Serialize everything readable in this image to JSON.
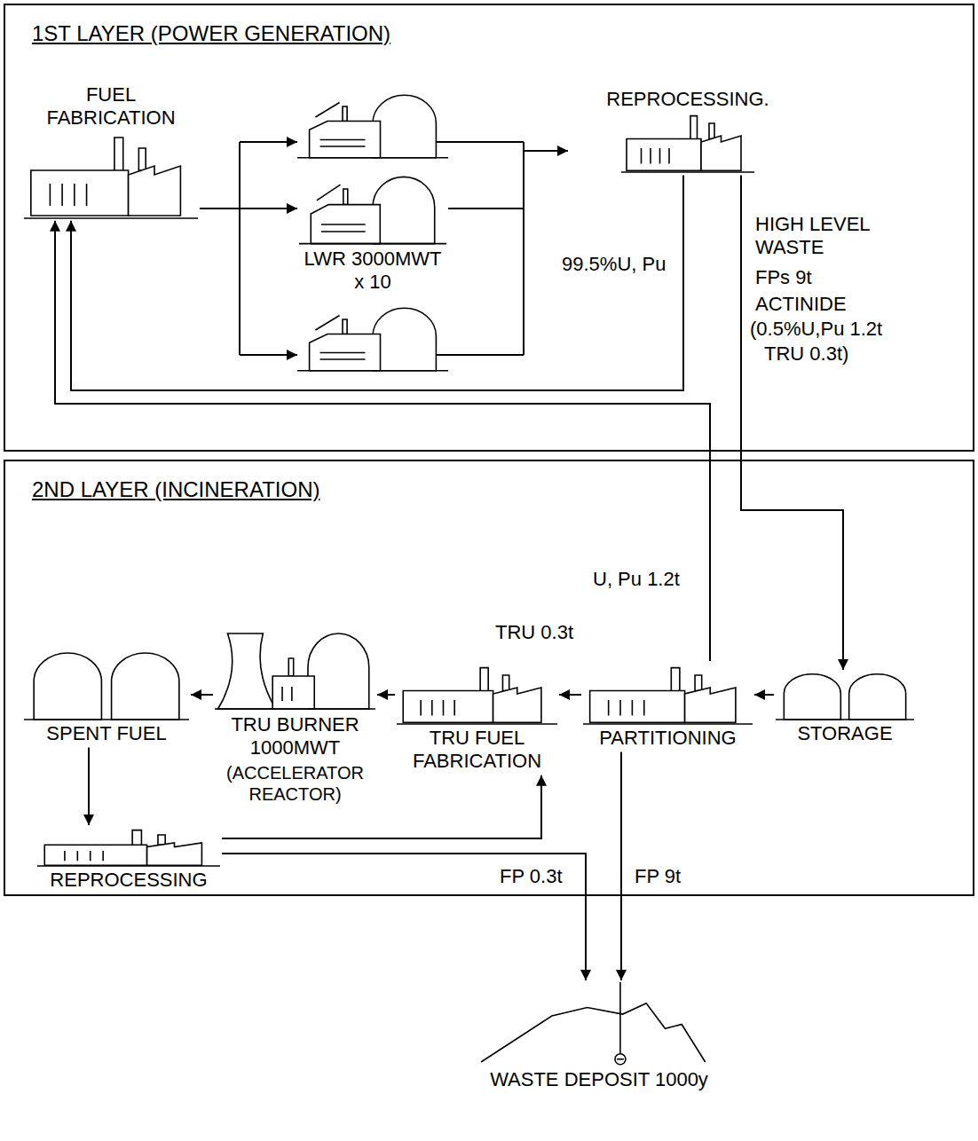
{
  "diagram": {
    "nodes": [
      {
        "text": [
          "1ST LAYER (POWER GENERATION)"
        ]
      },
      {
        "text": [
          "FUEL FABRICATION"
        ],
        "in": 0
      },
      {
        "text": [
          "LWR 3000MWT x 10"
        ],
        "in": 0
      },
      {
        "text": [
          "REPROCESSING."
        ],
        "in": 0
      },
      {
        "text": [
          "2ND LAYER (INCINERATION)"
        ]
      },
      {
        "text": [
          "STORAGE"
        ],
        "in": 4
      },
      {
        "text": [
          "PARTITIONING"
        ],
        "in": 4
      },
      {
        "text": [
          "TRU FUEL FABRICATION"
        ],
        "in": 4
      },
      {
        "text": [
          "TRU BURNER 1000MWT",
          "(ACCELERATOR REACTOR)"
        ],
        "in": 4
      },
      {
        "text": [
          "SPENT FUEL"
        ],
        "in": 4
      },
      {
        "text": [
          "REPROCESSING"
        ],
        "in": 4
      },
      {
        "text": [
          "WASTE DEPOSIT 1000y"
        ]
      }
    ],
    "edges": [
      {
        "from": 1,
        "to": 2,
        "arrow": "to"
      },
      {
        "from": 2,
        "to": 3,
        "arrow": "to"
      },
      {
        "from": 3,
        "to": 1,
        "arrow": "to",
        "label": "99.5%U, Pu"
      },
      {
        "from": 3,
        "to": 5,
        "arrow": "to"
      },
      {
        "from": 5,
        "to": 6,
        "arrow": "to"
      },
      {
        "from": 6,
        "to": 7,
        "arrow": "to",
        "label": "TRU 0.3t"
      },
      {
        "from": 6,
        "to": 1,
        "arrow": "to",
        "label": "U, Pu 1.2t"
      },
      {
        "from": 7,
        "to": 8,
        "arrow": "to"
      },
      {
        "from": 8,
        "to": 9,
        "arrow": "to"
      },
      {
        "from": 9,
        "to": 10,
        "arrow": "to"
      },
      {
        "from": 10,
        "to": 7,
        "arrow": "to"
      },
      {
        "from": 10,
        "to": 11,
        "arrow": "to",
        "label": "FP 0.3t"
      },
      {
        "from": 6,
        "to": 11,
        "arrow": "to",
        "label": "FP 9t"
      }
    ],
    "labels": [
      "HIGH LEVEL WASTE",
      "FPs 9t",
      "ACTINIDE",
      "(0.5%U,Pu 1.2t",
      "TRU 0.3t)"
    ]
  }
}
